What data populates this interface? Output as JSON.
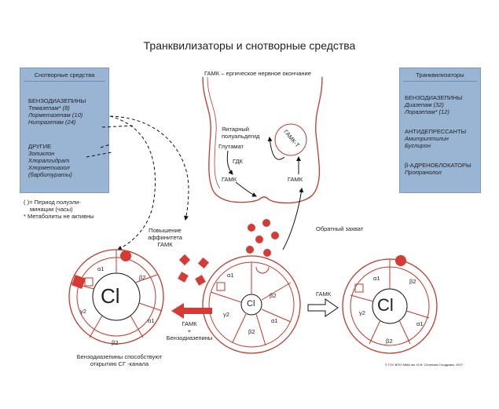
{
  "title": "Транквилизаторы и снотворные средства",
  "left_panel": {
    "header": "Снотворные средства",
    "group1_title": "БЕНЗОДИАЗЕПИНЫ",
    "group1_items": [
      "Темазепам* (8)",
      "Лорметазепам (10)",
      "Нитразепам (24)"
    ],
    "group2_title": "ДРУГИЕ",
    "group2_items": [
      "Зопиклон",
      "Хлоралгидрат",
      "Хлорметиазол",
      "(барбитураты)"
    ]
  },
  "right_panel": {
    "header": "Транквилизаторы",
    "group1_title": "БЕНЗОДИАЗЕПИНЫ",
    "group1_items": [
      "Диазепам (32)",
      "Лоразепам* (12)"
    ],
    "group2_title": "АНТИДЕПРЕССАНТЫ",
    "group2_items": [
      "Амитриптилин",
      "Буспирон"
    ],
    "group3_title": "β-АДРЕНОБЛОКАТОРЫ",
    "group3_items": [
      "Пропранолол"
    ]
  },
  "notes": [
    "( )= Период полуэли-",
    "минации (часы)",
    "* Метаболиты не активны"
  ],
  "synapse": {
    "terminal_label": "ГАМК – ергическое нервное окончание",
    "succinic": [
      "Янтарный",
      "полуальдегид"
    ],
    "glutamate": "Глутамат",
    "gdk": "ГДК",
    "gaba_left": "ГАМК",
    "gaba_right": "ГАМК",
    "gaba_t": "ГАМК-Т",
    "reuptake": "Обратный захват"
  },
  "affinity_label": [
    "Повышение",
    "аффинитета",
    "ГАМК"
  ],
  "combo_label": [
    "ГАМК",
    "+",
    "Бензодиазепины"
  ],
  "arrow_gaba_label": "ГАМК",
  "caption": [
    "Бензодиазепины способствуют",
    "открытию СГ -канала"
  ],
  "copyright": "© ГОУ ВПО ММА им. И.М. Сеченова Госздрава, 2007",
  "receptor": {
    "cl": "Cl",
    "subunits": [
      "α1",
      "β2",
      "α1",
      "β2",
      "γ2"
    ]
  },
  "colors": {
    "accent": "#d63a34",
    "panel": "#9ab5d4",
    "line": "#c0392b"
  }
}
